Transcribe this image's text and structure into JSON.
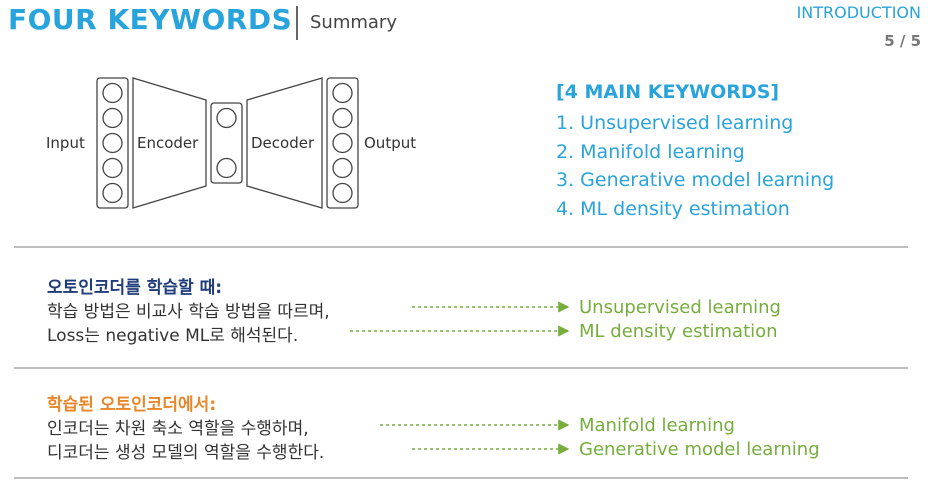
{
  "header": {
    "title": "FOUR KEYWORDS",
    "subtitle": "Summary",
    "section": "INTRODUCTION",
    "page": "5 / 5"
  },
  "diagram": {
    "input_label": "Input",
    "encoder_label": "Encoder",
    "decoder_label": "Decoder",
    "output_label": "Output"
  },
  "keywords": {
    "title": "[4 MAIN KEYWORDS]",
    "items": [
      "1. Unsupervised learning",
      "2. Manifold learning",
      "3. Generative model learning",
      "4. ML density estimation"
    ]
  },
  "block1": {
    "heading": "오토인코더를 학습할 때:",
    "line1": "학습 방법은 비교사 학습 방법을 따르며,",
    "line2": "Loss는 negative ML로 해석된다.",
    "target1": "Unsupervised learning",
    "target2": "ML density estimation"
  },
  "block2": {
    "heading": "학습된 오토인코더에서:",
    "line1": "인코더는 차원 축소 역할을 수행하며,",
    "line2": "디코더는 생성 모델의 역할을 수행한다.",
    "target1": "Manifold learning",
    "target2": "Generative model learning"
  },
  "colors": {
    "accent_blue": "#29a3dc",
    "heading_navy": "#1f3d7a",
    "heading_orange": "#e8862a",
    "green": "#76ad3c"
  }
}
